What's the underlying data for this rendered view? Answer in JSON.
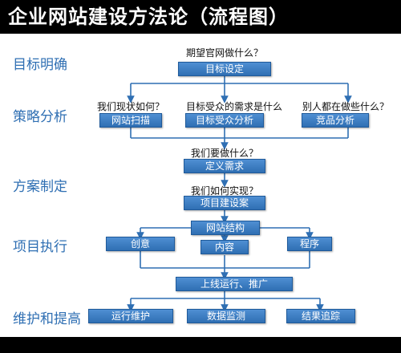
{
  "title": "企业网站建设方法论（流程图）",
  "stages": {
    "goal": "目标明确",
    "strategy": "策略分析",
    "plan": "方案制定",
    "execute": "项目执行",
    "maintain": "维护和提高"
  },
  "questions": {
    "goal": "期望官网做什么？",
    "current": "我们现状如何？",
    "audience": "目标受众的需求是什么",
    "competitor": "别人都在做些什么？",
    "todo": "我们要做什么？",
    "how": "我们如何实现？"
  },
  "boxes": {
    "goal_setting": "目标设定",
    "site_scan": "网站扫描",
    "audience_analysis": "目标受众分析",
    "competitor_analysis": "竞品分析",
    "define_needs": "定义需求",
    "project_proposal": "项目建设案",
    "site_structure": "网站结构",
    "creative": "创意",
    "content": "内容",
    "program": "程序",
    "launch": "上线运行、推广",
    "ops": "运行维护",
    "monitoring": "数据监测",
    "tracking": "结果追踪"
  },
  "colors": {
    "box_fill": "#3b7cc4",
    "stage_text": "#2f6fb3",
    "title_bar": "#000000",
    "connector": "#2f6fb3"
  }
}
